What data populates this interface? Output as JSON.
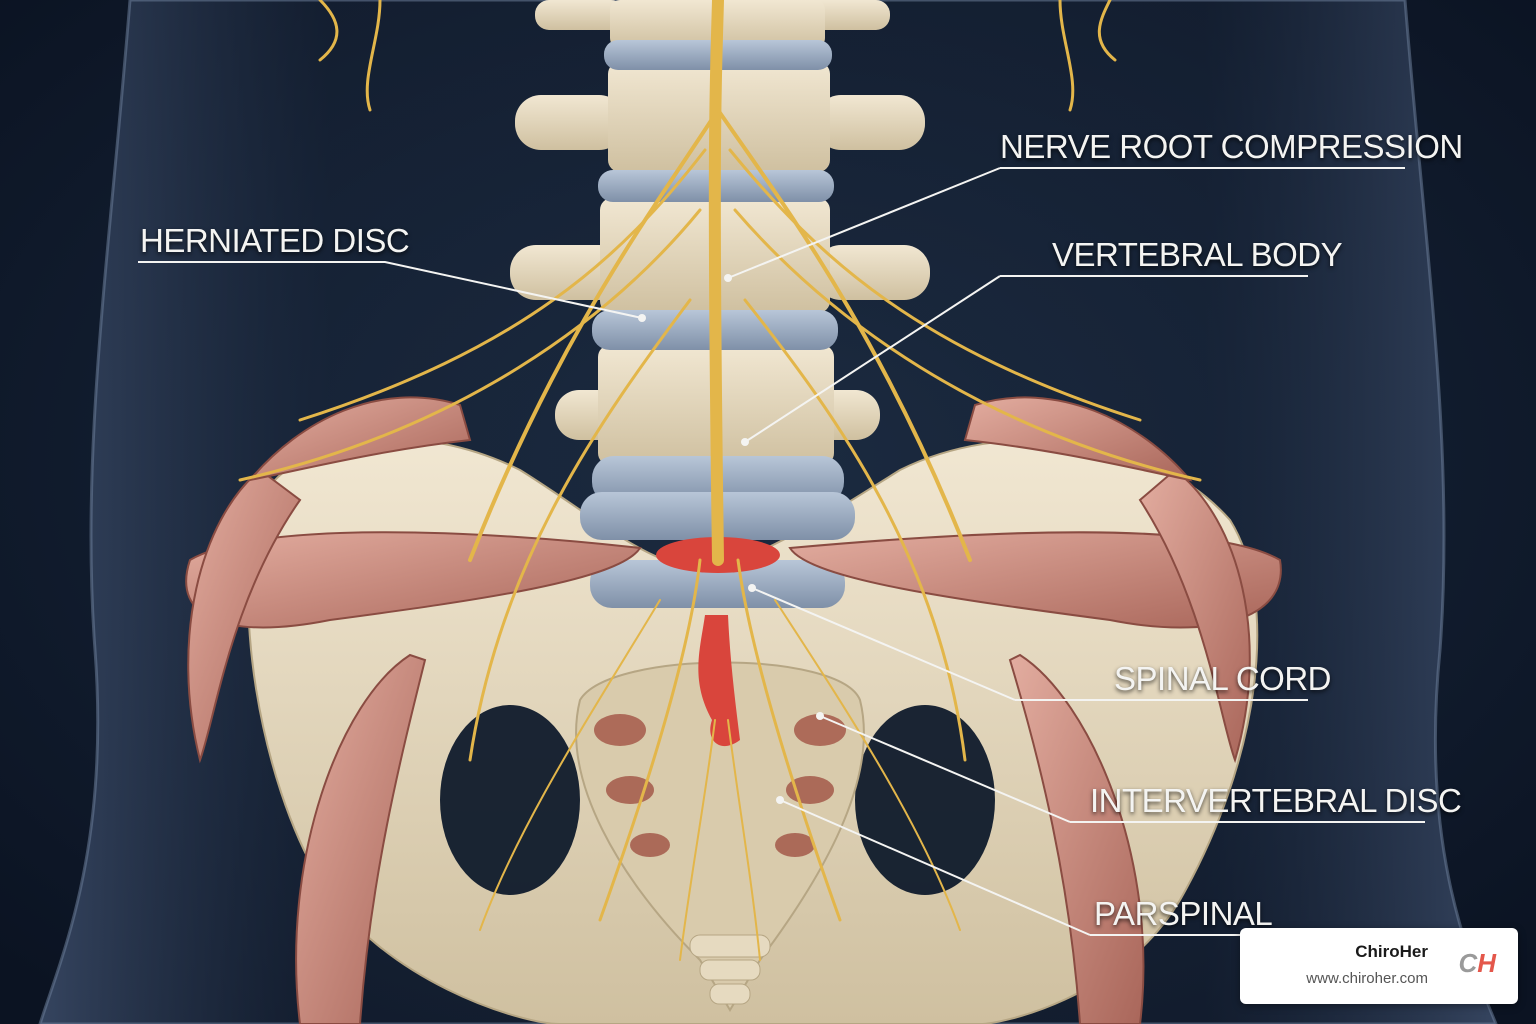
{
  "labels": {
    "nerve_root_compression": "NERVE ROOT COMPRESSION",
    "herniated_disc": "HERNIATED DISC",
    "vertebral_body": "VERTEBRAL BODY",
    "spinal_cord": "SPINAL CORD",
    "intervertebral_disc": "INTERVERTEBRAL DISC",
    "parspinal": "PARSPINAL"
  },
  "brand": {
    "name": "ChiroHer",
    "url": "www.chiroher.com",
    "logo_c": "C",
    "logo_h": "H"
  },
  "colors": {
    "background": "#0f1a2b",
    "bone": "#e8dcc2",
    "disc": "#9fb0c6",
    "nerve": "#e3b64a",
    "muscle": "#c98a7a",
    "inflammation": "#d9453c"
  }
}
